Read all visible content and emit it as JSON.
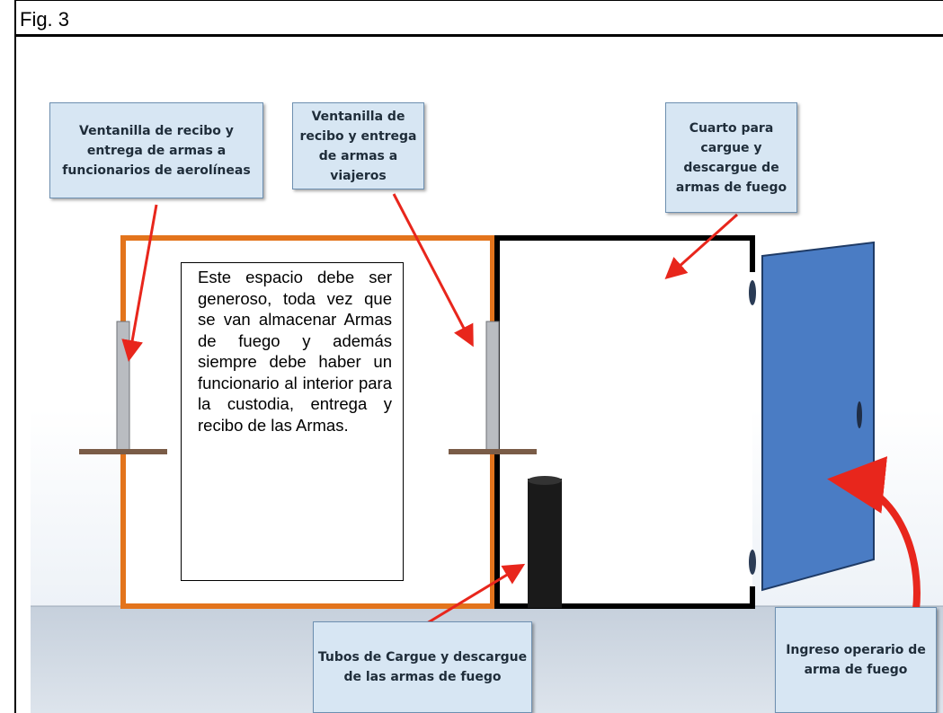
{
  "figure": {
    "label": "Fig. 3"
  },
  "callouts": {
    "airline_window": "Ventanilla de recibo y entrega de armas a funcionarios de aerolíneas",
    "traveler_window": "Ventanilla de recibo y entrega de armas a viajeros",
    "loading_room": "Cuarto para cargue y descargue de armas de fuego",
    "loading_tubes": "Tubos de Cargue y descargue de las armas de fuego",
    "operator_entry": "Ingreso operario de arma de fuego"
  },
  "note": {
    "text": "Este espacio debe ser generoso, toda vez que se van almacenar Armas de fuego y además siempre debe haber un funcionario al interior para la custodia, entrega y recibo de las Armas."
  },
  "colors": {
    "storage_room_border": "#e3741c",
    "loading_room_border": "#000000",
    "door": "#4a7cc4",
    "tube": "#1a1a1a",
    "arrow": "#e8261c",
    "callout_fill": "#d7e6f3",
    "floor": "#cdd6e0"
  }
}
